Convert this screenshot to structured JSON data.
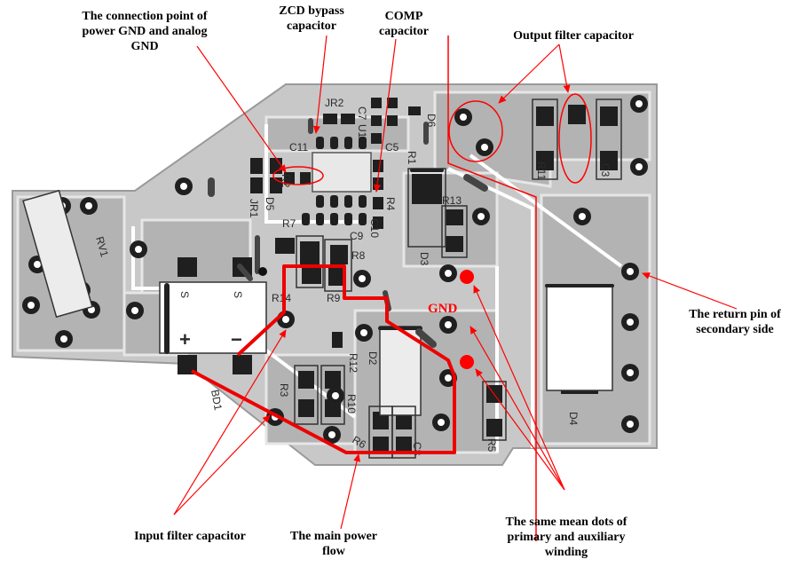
{
  "annotations": {
    "connection_point": [
      "The connection point of",
      "power GND and analog",
      "GND"
    ],
    "zcd_bypass": [
      "ZCD bypass",
      "capacitor"
    ],
    "comp_capacitor": [
      "COMP",
      "capacitor"
    ],
    "output_filter": "Output filter capacitor",
    "return_pin": [
      "The return pin of",
      "secondary side"
    ],
    "input_filter": "Input filter capacitor",
    "main_power_flow": [
      "The main power",
      "flow"
    ],
    "same_mean_dots": [
      "The same mean dots of",
      "primary and auxiliary",
      "winding"
    ],
    "gnd": "GND"
  },
  "designators": {
    "jr2": "JR2",
    "c7": "C7",
    "u1": "U1",
    "d6": "D6",
    "c11": "C11",
    "r1": "R1",
    "c5": "C5",
    "r2": "R2",
    "d5": "D5",
    "jr1": "JR1",
    "r4": "R4",
    "c10": "C10",
    "r7": "R7",
    "c9": "C9",
    "r8": "R8",
    "r13": "R13",
    "d3": "D3",
    "r11": "R11",
    "c3": "C3",
    "rv1": "RV1",
    "r14": "R14",
    "r9": "R9",
    "r12": "R12",
    "d2": "D2",
    "r3": "R3",
    "r10": "R10",
    "r6": "R6",
    "c8": "C8",
    "r5": "R5",
    "bd1": "BD1",
    "d4": "D4",
    "s_left": "S",
    "s_right": "S",
    "plus": "+",
    "minus": "−"
  },
  "colors": {
    "board": "#c8c8c8",
    "board_edge": "#9a9a9a",
    "copper": "#b4b4b4",
    "pad": "#222222",
    "annotation_line": "#ff0000",
    "power_flow": "#ee0000"
  }
}
